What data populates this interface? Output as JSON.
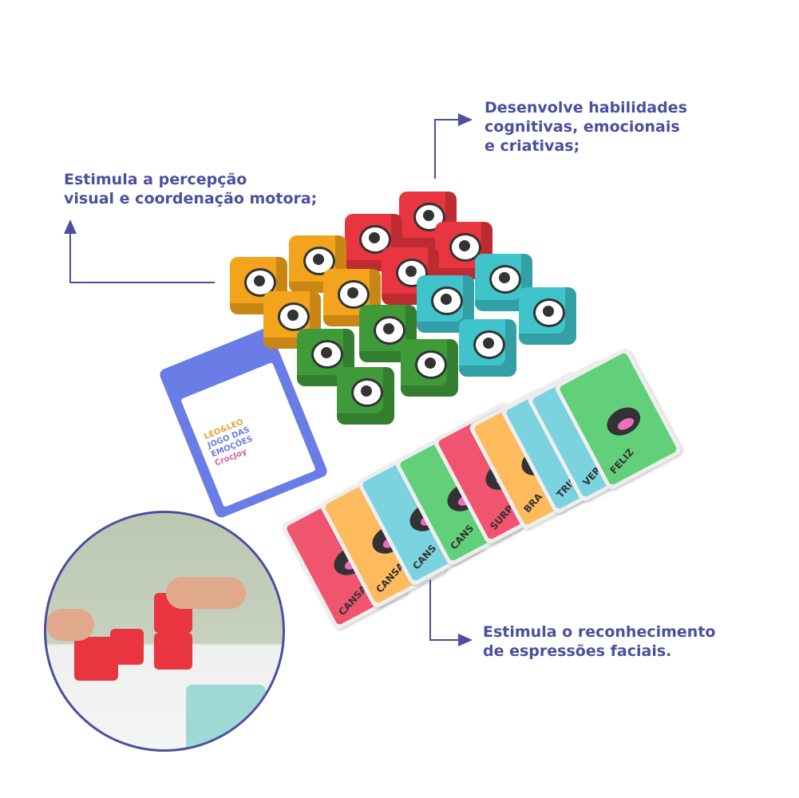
{
  "captions": {
    "top_right": [
      "Desenvolve habilidades",
      "cognitivas, emocionais",
      "e criativas;"
    ],
    "left": [
      "Estimula a percepção",
      "visual e coordenação motora;"
    ],
    "bottom_right": [
      "Estimula o reconhecimento",
      "de espressões faciais."
    ]
  },
  "cards": [
    "CANSAD",
    "CANSA",
    "CANS",
    "CANS",
    "SURPRE",
    "BRA",
    "TRIST",
    "VERG",
    "FELIZ"
  ],
  "deck": {
    "brand": "LEO&LEO",
    "title": "JOGO DAS EMOÇÕES",
    "maker": "CrocJoy"
  },
  "colors": {
    "accent": "#4b4f9e",
    "orange": "#f3a41c",
    "red": "#e8353f",
    "green": "#3f9a3a",
    "cyan": "#3fc4cc",
    "pink": "#f0546e",
    "yellow": "#fdbb5d",
    "blue": "#7ad3df",
    "lime": "#62d07a"
  }
}
